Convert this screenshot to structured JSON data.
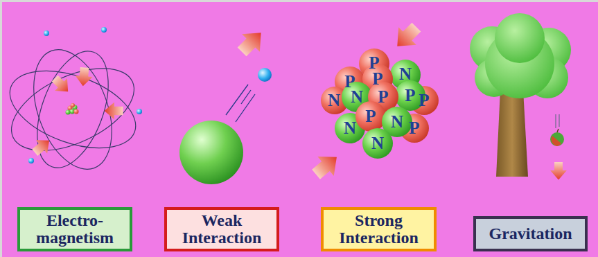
{
  "diagram": {
    "nodes": [
      {
        "text": [
          "Electro- magnetism"
        ]
      },
      {
        "text": [
          "Weak Interaction"
        ]
      },
      {
        "text": [
          "Strong Interaction"
        ]
      },
      {
        "text": [
          "Gravitation"
        ]
      }
    ],
    "labels": [
      "P",
      "P",
      "P",
      "N",
      "N",
      "P",
      "N",
      "P",
      "P",
      "P",
      "N",
      "P",
      "N",
      "N"
    ]
  }
}
